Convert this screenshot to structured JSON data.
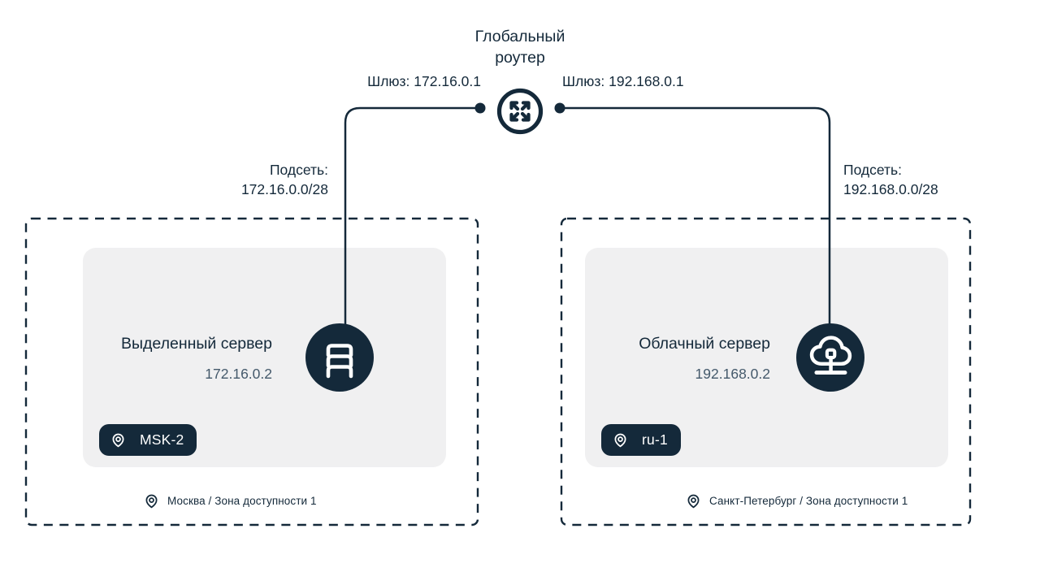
{
  "colors": {
    "navy": "#14293A",
    "card_bg": "#F0F0F1",
    "ip_text": "#44596B",
    "white": "#FFFFFF"
  },
  "router": {
    "title": "Глобальный роутер",
    "icon": "global-router-icon"
  },
  "gateways": {
    "left": "Шлюз: 172.16.0.1",
    "right": "Шлюз: 192.168.0.1"
  },
  "subnets": {
    "left": {
      "label": "Подсеть:",
      "cidr": "172.16.0.0/28"
    },
    "right": {
      "label": "Подсеть:",
      "cidr": "192.168.0.0/28"
    }
  },
  "servers": {
    "left": {
      "name": "Выделенный сервер",
      "ip": "172.16.0.2",
      "zone_badge": "MSK-2",
      "location": "Москва / Зона доступности 1",
      "icon": "rack-server-icon"
    },
    "right": {
      "name": "Облачный сервер",
      "ip": "192.168.0.2",
      "zone_badge": "ru-1",
      "location": "Санкт-Петербург / Зона доступности 1",
      "icon": "cloud-server-icon"
    }
  }
}
